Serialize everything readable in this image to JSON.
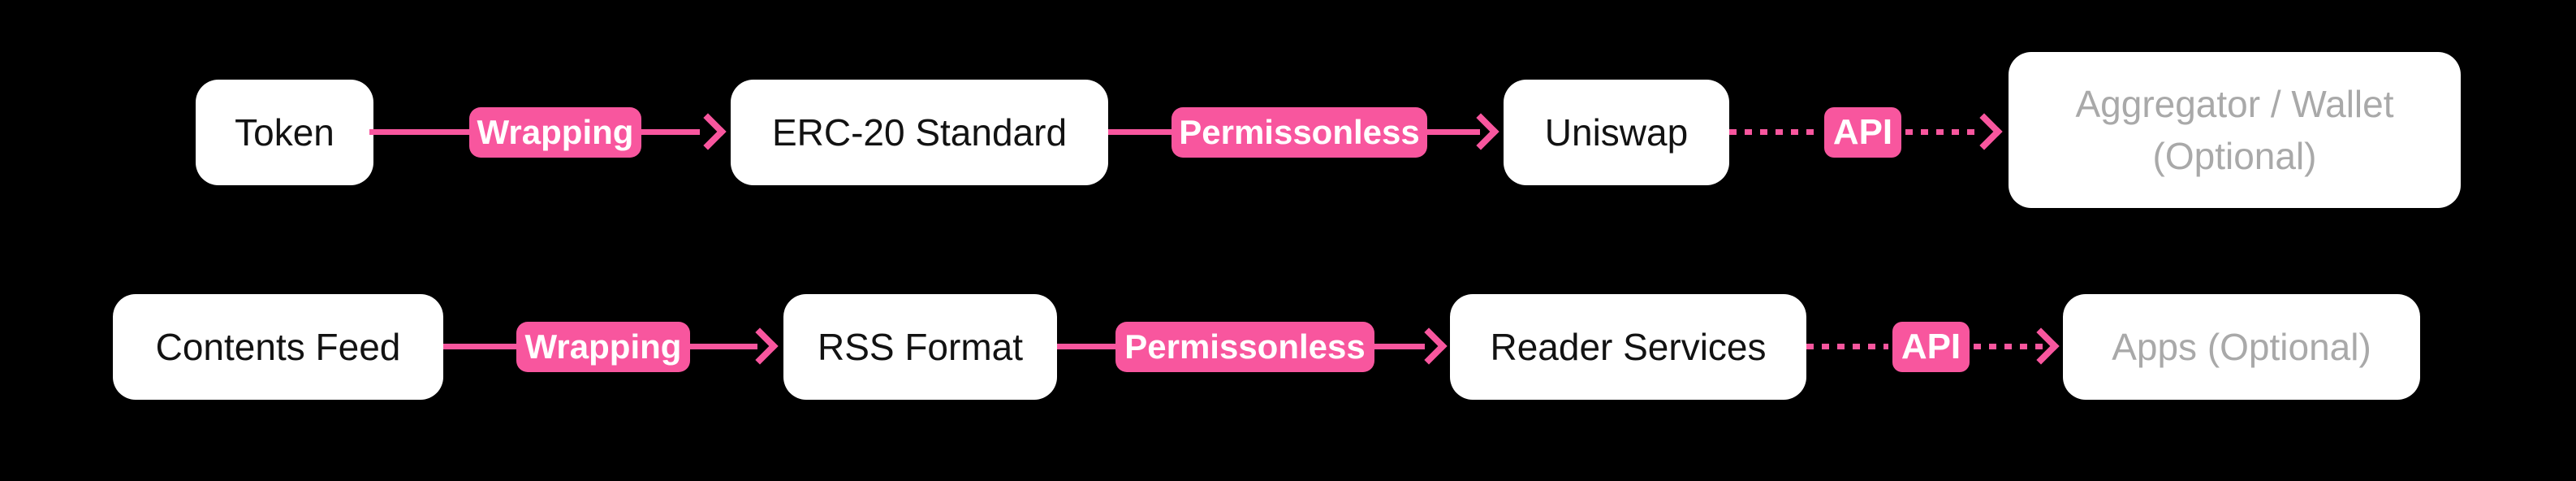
{
  "title": "Token / Content wrapping flow diagram",
  "colors": {
    "background": "#000000",
    "pink": "#F8569E",
    "box_background": "#FFFFFF",
    "box_text": "#121212",
    "muted_text": "#A9A9A9",
    "badge_text": "#FFFFFF"
  },
  "rows": [
    {
      "name": "token-flow",
      "nodes": [
        {
          "id": "token",
          "label": "Token",
          "muted": false
        },
        {
          "id": "erc20-standard",
          "label": "ERC-20 Standard",
          "muted": false
        },
        {
          "id": "uniswap",
          "label": "Uniswap",
          "muted": false
        },
        {
          "id": "aggregator-wallet",
          "label": "Aggregator / Wallet (Optional)",
          "muted": true
        }
      ],
      "edges": [
        {
          "label": "Wrapping",
          "style": "solid"
        },
        {
          "label": "Permissonless",
          "style": "solid"
        },
        {
          "label": "API",
          "style": "dotted"
        }
      ]
    },
    {
      "name": "content-flow",
      "nodes": [
        {
          "id": "contents-feed",
          "label": "Contents Feed",
          "muted": false
        },
        {
          "id": "rss-format",
          "label": "RSS Format",
          "muted": false
        },
        {
          "id": "reader-services",
          "label": "Reader Services",
          "muted": false
        },
        {
          "id": "apps-optional",
          "label": "Apps (Optional)",
          "muted": true
        }
      ],
      "edges": [
        {
          "label": "Wrapping",
          "style": "solid"
        },
        {
          "label": "Permissonless",
          "style": "solid"
        },
        {
          "label": "API",
          "style": "dotted"
        }
      ]
    }
  ]
}
